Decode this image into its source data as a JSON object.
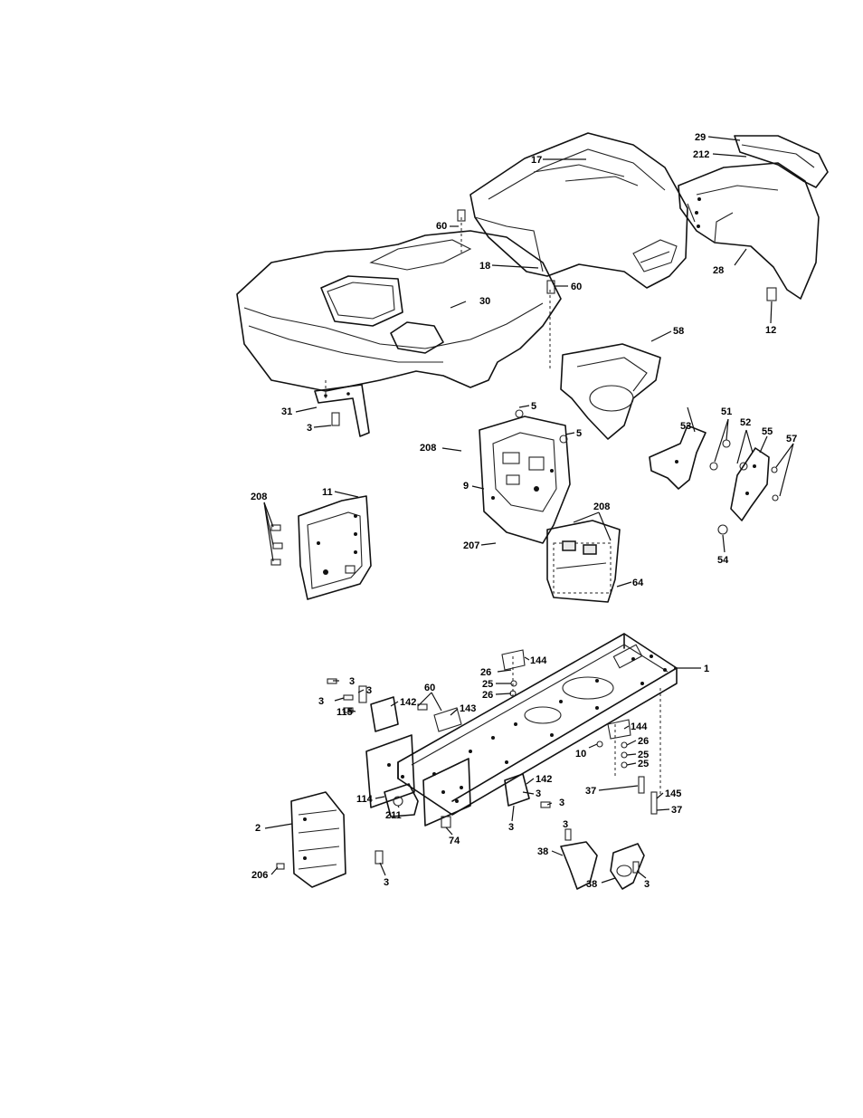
{
  "upper_section": {
    "callouts": {
      "c17": "17",
      "c29": "29",
      "c212": "212",
      "c60a": "60",
      "c18": "18",
      "c28": "28",
      "c60b": "60",
      "c30": "30",
      "c12": "12",
      "c58": "58",
      "c31": "31",
      "c3": "3",
      "c5a": "5",
      "c5b": "5",
      "c53": "53",
      "c51": "51",
      "c52": "52",
      "c55": "55",
      "c57": "57",
      "c208a": "208",
      "c208b": "208",
      "c11": "11",
      "c9": "9",
      "c208c": "208",
      "c207": "207",
      "c54": "54",
      "c64": "64"
    }
  },
  "lower_section": {
    "callouts": {
      "c1": "1",
      "c144a": "144",
      "c26a": "26",
      "c25a": "25",
      "c26b": "26",
      "c3a": "3",
      "c3b": "3",
      "c3c": "3",
      "c142a": "142",
      "c60": "60",
      "c115": "115",
      "c143": "143",
      "c144b": "144",
      "c26c": "26",
      "c10": "10",
      "c25b": "25",
      "c25c": "25",
      "c142b": "142",
      "c114": "114",
      "c3d": "3",
      "c211": "211",
      "c37a": "37",
      "c145": "145",
      "c3e": "3",
      "c37b": "3",
      "c37c": "37",
      "c2": "2",
      "c74": "74",
      "c3f": "3",
      "c38a": "38",
      "c206": "206",
      "c3g": "3",
      "c38b": "38",
      "c3h": "3"
    }
  }
}
